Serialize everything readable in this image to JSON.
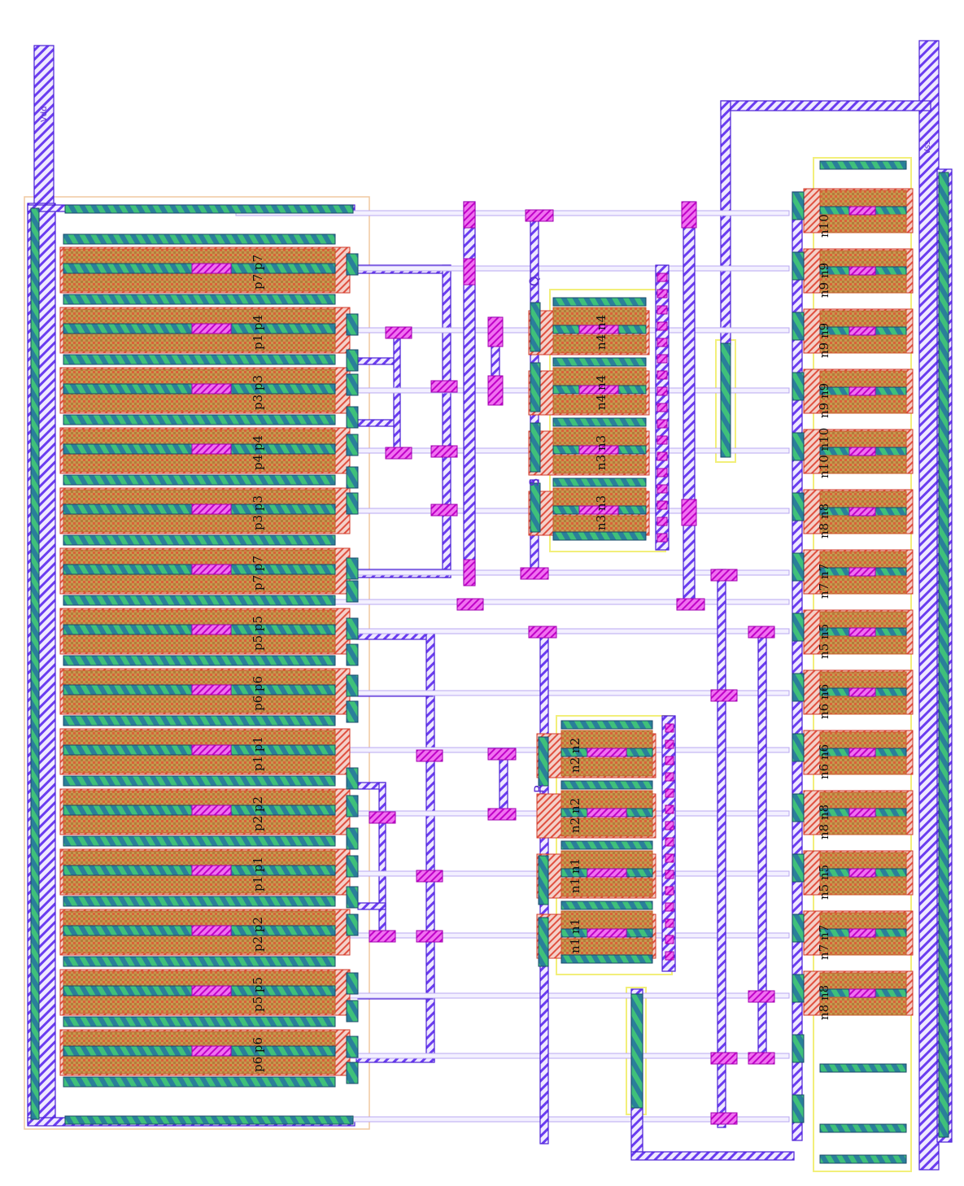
{
  "colors": {
    "background": "#ffffff",
    "metal_stripe": "#6a3cf0",
    "metal_stripe_bg": "#e9e2ff",
    "metal_outline": "#4b1fd6",
    "poly_bg": "#b98a46",
    "poly_check": "#d46a3c",
    "diffusion_dark": "#1f6b8a",
    "diffusion_light": "#3fbf7a",
    "contact": "#e040e0",
    "contact_outline": "#a000b0",
    "nwell_outline": "#f0c8a0",
    "region_outline": "#f2ef7a",
    "via_cut": "#2f9a6a"
  },
  "pins": {
    "vdd": "Vdd",
    "vss": "Vss"
  },
  "pmos_rows": [
    {
      "gate": "p7",
      "label": "p7 p7"
    },
    {
      "gate": "p4",
      "label": "p1 p4"
    },
    {
      "gate": "p3",
      "label": "p3 p3"
    },
    {
      "gate": "p4",
      "label": "p4 p4"
    },
    {
      "gate": "p3",
      "label": "p3 p3"
    },
    {
      "gate": "p7",
      "label": "p7 p7"
    },
    {
      "gate": "p5",
      "label": "p5 p5"
    },
    {
      "gate": "p6",
      "label": "p6 p6"
    },
    {
      "gate": "p1",
      "label": "p1 p1"
    },
    {
      "gate": "p2",
      "label": "p2 p2"
    },
    {
      "gate": "p1",
      "label": "p1 p1"
    },
    {
      "gate": "p2",
      "label": "p2 p2"
    },
    {
      "gate": "p5",
      "label": "p5 p5"
    },
    {
      "gate": "p6",
      "label": "p6 p6"
    }
  ],
  "center_top_labels": [
    "n4 n4",
    "n4 n4",
    "n3 n3",
    "n3 n3"
  ],
  "center_bottom_labels": [
    "n2 n2",
    "n2 n2",
    "n1 n1",
    "n1 n1"
  ],
  "nmos_right_labels": [
    "n10",
    "n9 n9",
    "n9 n9",
    "n9 n9",
    "n10 n10",
    "n8 n8",
    "n7 n7",
    "n5 n5",
    "n6 n6",
    "n6 n6",
    "n8 n8",
    "n5 n5",
    "n7 n7",
    "n8 n8"
  ],
  "node_labels": {
    "q": "Q",
    "s": "S",
    "r": "R"
  }
}
